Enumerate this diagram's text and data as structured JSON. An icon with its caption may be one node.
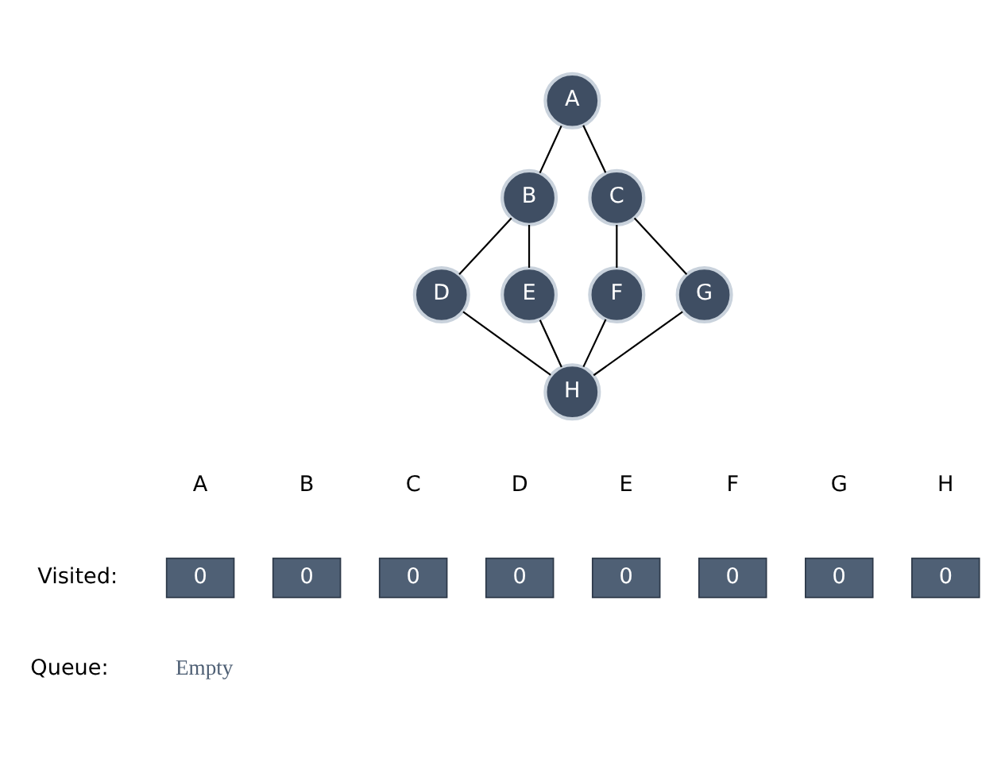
{
  "diagram": {
    "nodes": [
      {
        "text": [
          "A"
        ]
      },
      {
        "text": [
          "B"
        ]
      },
      {
        "text": [
          "C"
        ]
      },
      {
        "text": [
          "D"
        ]
      },
      {
        "text": [
          "E"
        ]
      },
      {
        "text": [
          "F"
        ]
      },
      {
        "text": [
          "G"
        ]
      },
      {
        "text": [
          "H"
        ]
      },
      {
        "text": [
          "0"
        ]
      },
      {
        "text": [
          "0"
        ]
      },
      {
        "text": [
          "0"
        ]
      },
      {
        "text": [
          "0"
        ]
      },
      {
        "text": [
          "0"
        ]
      },
      {
        "text": [
          "0"
        ]
      },
      {
        "text": [
          "0"
        ]
      },
      {
        "text": [
          "0"
        ]
      }
    ],
    "edges": [
      {
        "from": 0,
        "to": 1,
        "arrow": "none"
      },
      {
        "from": 0,
        "to": 2,
        "arrow": "none"
      },
      {
        "from": 1,
        "to": 3,
        "arrow": "none"
      },
      {
        "from": 1,
        "to": 4,
        "arrow": "none"
      },
      {
        "from": 2,
        "to": 5,
        "arrow": "none"
      },
      {
        "from": 2,
        "to": 6,
        "arrow": "none"
      },
      {
        "from": 3,
        "to": 7,
        "arrow": "none"
      },
      {
        "from": 4,
        "to": 7,
        "arrow": "none"
      },
      {
        "from": 5,
        "to": 7,
        "arrow": "none"
      },
      {
        "from": 6,
        "to": 7,
        "arrow": "none"
      }
    ],
    "labels": [
      "A",
      "B",
      "C",
      "D",
      "E",
      "F",
      "G",
      "H",
      "Visited:",
      "Queue:",
      "Empty"
    ]
  }
}
